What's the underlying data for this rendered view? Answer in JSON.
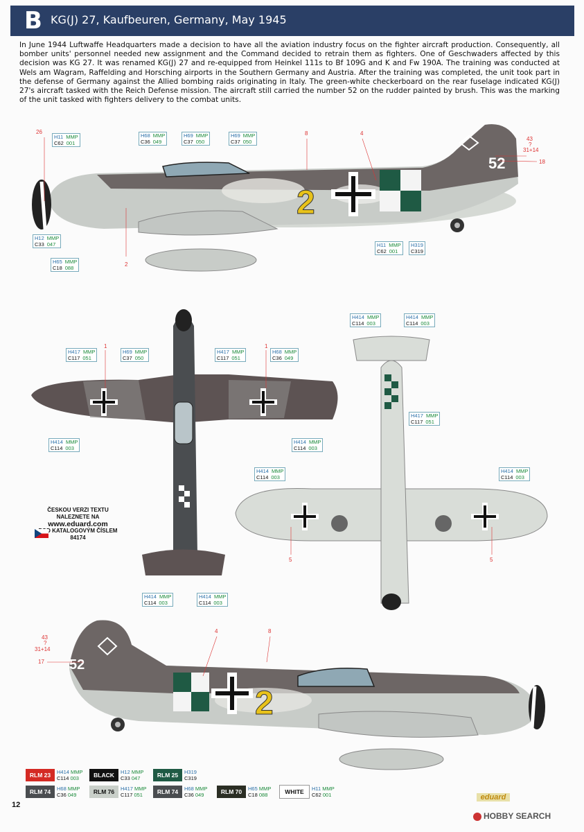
{
  "header": {
    "letter": "B",
    "title": "KG(J) 27, Kaufbeuren, Germany, May 1945"
  },
  "intro": "In June 1944 Luftwaffe Headquarters made a decision to have all the aviation industry focus on the fighter aircraft production. Consequently, all bomber units' personnel needed new assignment and the Command decided to retrain them as fighters. One of Geschwaders affected by this decision was KG 27. It was renamed KG(J) 27 and re-equipped from Heinkel 111s to Bf 109G and K and Fw 190A. The training was conducted at Wels am Wagram, Raffelding and Horsching airports in the Southern Germany and Austria. After the training was completed, the unit took part in the defense of Germany against the Allied bombing raids originating in Italy. The green-white checkerboard on the rear fuselage indicated KG(J) 27's aircraft tasked with the Reich Defense mission. The aircraft still carried the number 52 on the rudder painted by brush. This was the marking of the unit tasked with fighters delivery to the combat units.",
  "mmp": "MMP",
  "callouts": {
    "c1": {
      "h": "H11",
      "c": "C62",
      "cn": "001"
    },
    "c2": {
      "h": "H68",
      "c": "C36",
      "cn": "049"
    },
    "c3": {
      "h": "H69",
      "c": "C37",
      "cn": "050"
    },
    "c4": {
      "h": "H69",
      "c": "C37",
      "cn": "050"
    },
    "c5": {
      "h": "H12",
      "c": "C33",
      "cn": "047"
    },
    "c6": {
      "h": "H65",
      "c": "C18",
      "cn": "088"
    },
    "c7": {
      "h": "H11",
      "c": "C62",
      "cn": "001"
    },
    "c8": {
      "h": "H319",
      "c": "C319",
      "cn": ""
    },
    "c9": {
      "h": "H414",
      "c": "C114",
      "cn": "003"
    },
    "c10": {
      "h": "H414",
      "c": "C114",
      "cn": "003"
    },
    "c11": {
      "h": "H417",
      "c": "C117",
      "cn": "051"
    },
    "c12": {
      "h": "H69",
      "c": "C37",
      "cn": "050"
    },
    "c13": {
      "h": "H417",
      "c": "C117",
      "cn": "051"
    },
    "c14": {
      "h": "H68",
      "c": "C36",
      "cn": "049"
    },
    "c15": {
      "h": "H414",
      "c": "C114",
      "cn": "003"
    },
    "c16": {
      "h": "H414",
      "c": "C114",
      "cn": "003"
    },
    "c17": {
      "h": "H417",
      "c": "C117",
      "cn": "051"
    },
    "c18": {
      "h": "H414",
      "c": "C114",
      "cn": "003"
    },
    "c19": {
      "h": "H414",
      "c": "C114",
      "cn": "003"
    },
    "c20": {
      "h": "H414",
      "c": "C114",
      "cn": "003"
    },
    "c21": {
      "h": "H414",
      "c": "C114",
      "cn": "003"
    }
  },
  "numbers": {
    "n26": "26",
    "n8a": "8",
    "n4a": "4",
    "n43a": "43",
    "q1": "?",
    "n3114a": "31+14",
    "n18": "18",
    "n2": "2",
    "n1a": "1",
    "n1b": "1",
    "n5a": "5",
    "n5b": "5",
    "n43b": "43",
    "q2": "?",
    "n3114b": "31+14",
    "n17": "17",
    "n4b": "4",
    "n8b": "8"
  },
  "plane_text": {
    "side_number": "2",
    "tail_number": "52"
  },
  "czech": {
    "line1": "ČESKOU VERZI TEXTU NALEZNETE NA",
    "url": "www.eduard.com",
    "line3": "POD KATALOGOVÝM ČÍSLEM 84174"
  },
  "legend": [
    {
      "name": "RLM 23",
      "color": "#d42a24",
      "text": "#ffffff",
      "h": "H414",
      "c": "C114",
      "cn": "003"
    },
    {
      "name": "BLACK",
      "color": "#111111",
      "text": "#ffffff",
      "h": "H12",
      "c": "C33",
      "cn": "047"
    },
    {
      "name": "RLM 25",
      "color": "#1f5a44",
      "text": "#ffffff",
      "h": "H319",
      "c": "C319",
      "cn": ""
    },
    {
      "name": "RLM 74",
      "color": "#4a4d50",
      "text": "#ffffff",
      "h": "H68",
      "c": "C36",
      "cn": "049"
    },
    {
      "name": "RLM 76",
      "color": "#c9cfc9",
      "text": "#111111",
      "h": "H417",
      "c": "C117",
      "cn": "051"
    },
    {
      "name": "RLM 74",
      "color": "#4a4d50",
      "text": "#ffffff",
      "h": "H68",
      "c": "C36",
      "cn": "049"
    },
    {
      "name": "RLM 70",
      "color": "#2b2e24",
      "text": "#ffffff",
      "h": "H65",
      "c": "C18",
      "cn": "088"
    },
    {
      "name": "WHITE",
      "color": "#ffffff",
      "text": "#111111",
      "h": "H11",
      "c": "C62",
      "cn": "001"
    }
  ],
  "page_number": "12",
  "brand": "eduard",
  "watermark": "HOBBY SEARCH",
  "colors": {
    "header_bg": "#2a3f66",
    "camo_dark": "#5d5353",
    "camo_grey": "#8c8a88",
    "underside": "#d9ddd8",
    "rlm25_green": "#1f5a44",
    "yellow": "#e8c21a"
  }
}
